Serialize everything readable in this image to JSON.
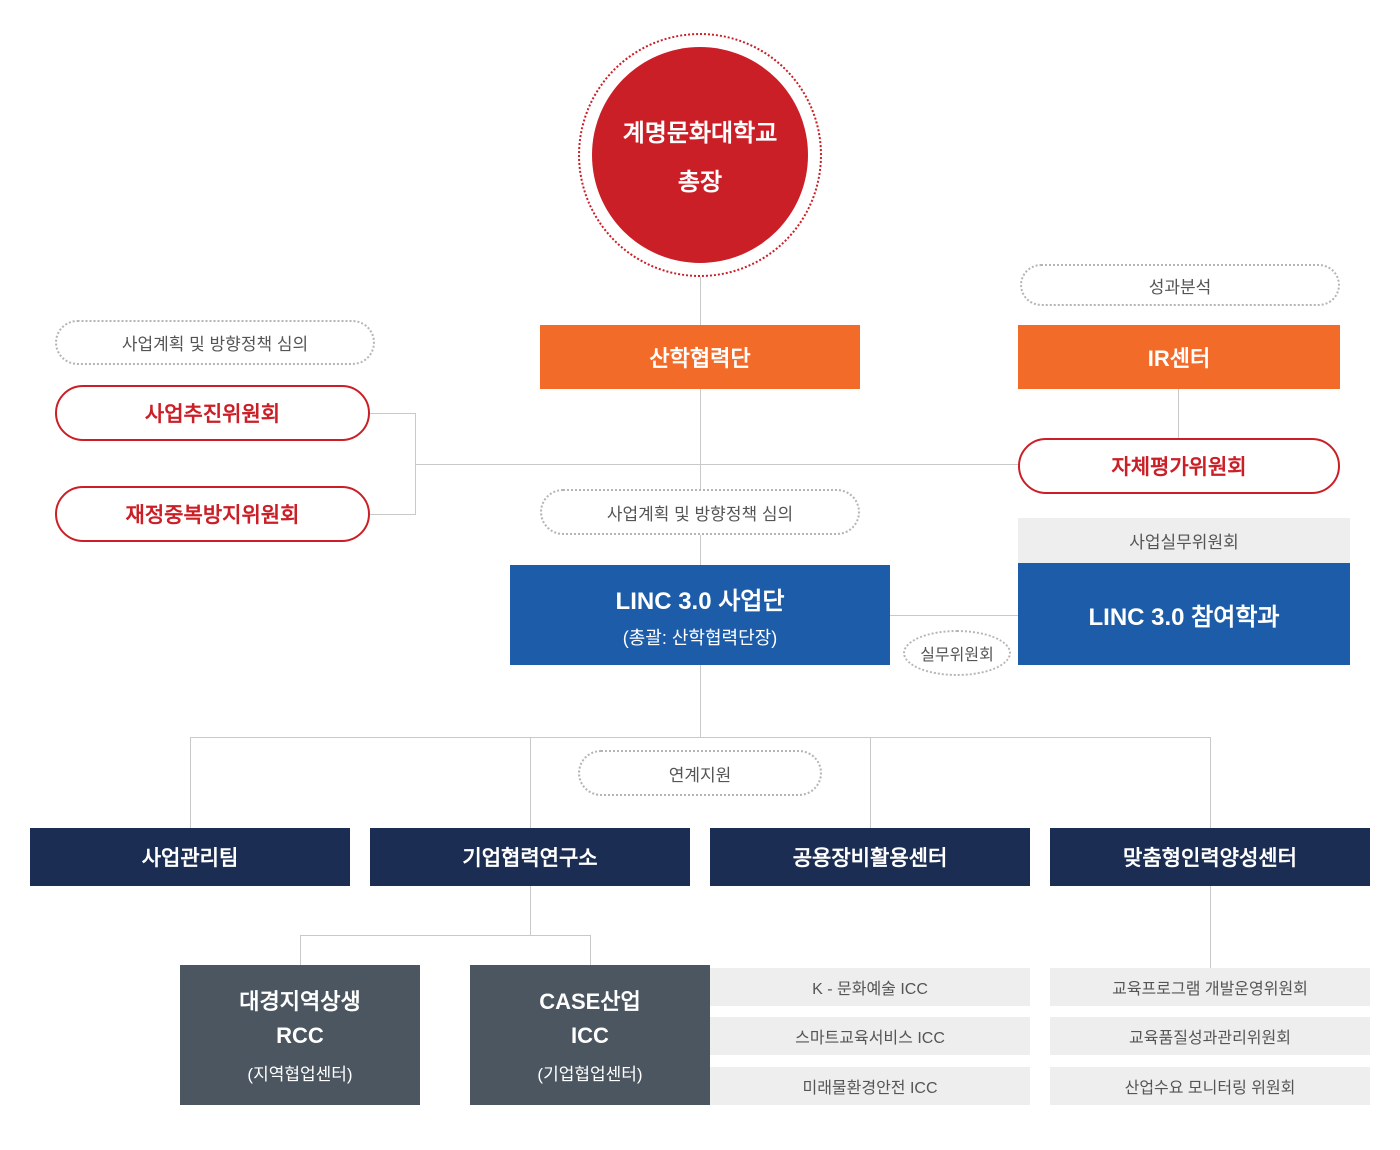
{
  "colors": {
    "red": "#cb1f27",
    "orange": "#f26b28",
    "blue": "#1d5ca8",
    "navy": "#1b2d52",
    "slate": "#4b5661",
    "gray_bar": "#eeeeee",
    "line": "#c9c9c9"
  },
  "nodes": {
    "president": {
      "line1": "계명문화대학교",
      "line2": "총장"
    },
    "iacf": {
      "label": "산학협력단"
    },
    "performance": {
      "label": "성과분석"
    },
    "ir_center": {
      "label": "IR센터"
    },
    "plan_review_left": {
      "label": "사업계획 및 방향정책 심의"
    },
    "promotion_committee": {
      "label": "사업추진위원회"
    },
    "finance_committee": {
      "label": "재정중복방지위원회"
    },
    "self_evaluation_committee": {
      "label": "자체평가위원회"
    },
    "plan_review_center": {
      "label": "사업계획 및 방향정책 심의"
    },
    "linc_division": {
      "line1": "LINC 3.0 사업단",
      "line2": "(총괄: 산학협력단장)"
    },
    "business_working_committee": {
      "label": "사업실무위원회"
    },
    "linc_departments": {
      "label": "LINC 3.0 참여학과"
    },
    "working_committee": {
      "label": "실무위원회"
    },
    "linkage_support": {
      "label": "연계지원"
    },
    "teams": [
      "사업관리팀",
      "기업협력연구소",
      "공용장비활용센터",
      "맞춤형인력양성센터"
    ],
    "rcc": {
      "line1": "대경지역상생",
      "line2": "RCC",
      "line3": "(지역협업센터)"
    },
    "case_icc": {
      "line1": "CASE산업",
      "line2": "ICC",
      "line3": "(기업협업센터)"
    },
    "icc_list": [
      "K - 문화예술 ICC",
      "스마트교육서비스 ICC",
      "미래물환경안전 ICC"
    ],
    "committee_list": [
      "교육프로그램 개발운영위원회",
      "교육품질성과관리위원회",
      "산업수요 모니터링 위원회"
    ]
  }
}
